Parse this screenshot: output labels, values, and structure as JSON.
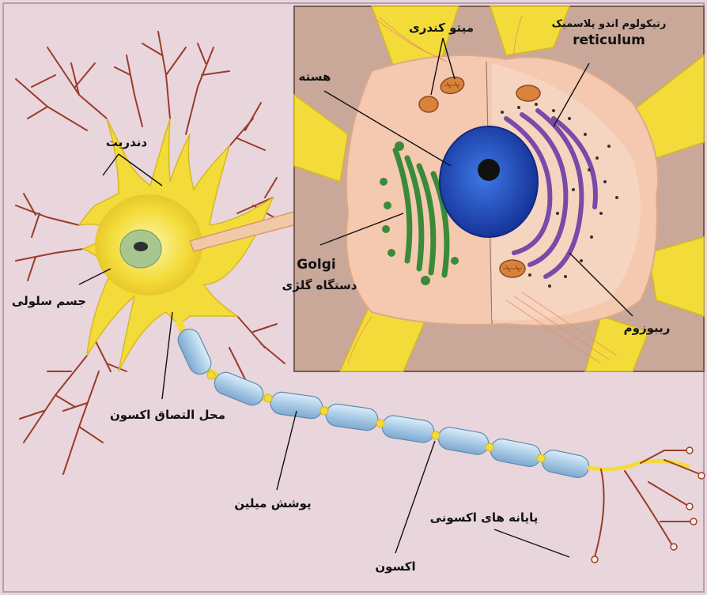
{
  "labels": {
    "dendrite": "دندریت",
    "cell_body": "جسم سلولی",
    "axon_hillock": "محل التصاق اکسون",
    "myelin_sheath": "پوشش میلین",
    "axon": "اکسون",
    "axon_terminals": "پایانه های اکسونی",
    "nucleus": "هسته",
    "mitochondria": "میتو کندری",
    "endoplasmic_reticulum": "رتیکولوم اندو پلاسمیک",
    "reticulum_en": "reticulum",
    "golgi_en": "Golgi",
    "golgi_fa": "دستگاه گلژی",
    "ribosome": "ریبوزوم"
  },
  "colors": {
    "background": "#e8d6dc",
    "inset_background": "#c9a89a",
    "cytoplasm": "#f4c9b0",
    "neuron_yellow": "#f3dc3a",
    "dendrite_red": "#9b3b2b",
    "myelin_blue": "#a8cbe6",
    "nucleus_blue": "#1f4fbf",
    "golgi_green": "#3a8a3a",
    "er_purple": "#7a4aa8",
    "mitochondria_orange": "#d9823a"
  }
}
